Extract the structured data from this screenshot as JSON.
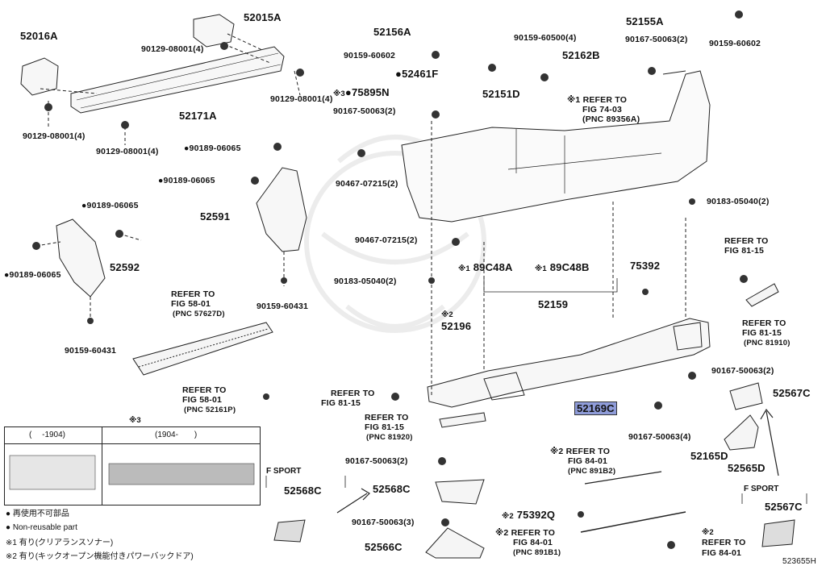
{
  "diagram_id": "523655H",
  "parts": {
    "p52016A": "52016A",
    "p52015A": "52015A",
    "p52171A": "52171A",
    "p52156A": "52156A",
    "p52155A": "52155A",
    "p52162B": "52162B",
    "p52461F": "52461F",
    "p75895N": "75895N",
    "p52151D": "52151D",
    "p52591": "52591",
    "p52592": "52592",
    "p89C48A": "89C48A",
    "p89C48B": "89C48B",
    "p75392": "75392",
    "p52159": "52159",
    "p52196": "52196",
    "p52169C": "52169C",
    "p52567C_a": "52567C",
    "p52165D": "52165D",
    "p52565D": "52565D",
    "p52568C_a": "52568C",
    "p52568C_b": "52568C",
    "p52566C": "52566C",
    "p75392Q": "75392Q",
    "p52567C_b": "52567C"
  },
  "bolts": {
    "b1": "90129-08001(4)",
    "b2": "90129-08001(4)",
    "b3": "90129-08001(4)",
    "b4": "90129-08001(4)",
    "b5": "90159-60602",
    "b6": "90159-60500(4)",
    "b7": "90167-50063(2)",
    "b8": "90159-60602",
    "b9": "90167-50063(2)",
    "b10": "90189-06065",
    "b11": "90189-06065",
    "b12": "90189-06065",
    "b13": "90189-06065",
    "b14": "90467-07215(2)",
    "b15": "90467-07215(2)",
    "b16": "90183-05040(2)",
    "b17": "90183-05040(2)",
    "b18": "90159-60431",
    "b19": "90159-60431",
    "b20": "90167-50063(2)",
    "b21": "90167-50063(4)",
    "b22": "90167-50063(2)",
    "b23": "90167-50063(3)"
  },
  "refs": {
    "r1a": "※1 REFER TO",
    "r1b": "FIG 74-03",
    "r1c": "(PNC 89356A)",
    "r2a": "REFER TO",
    "r2b": "FIG 81-15",
    "r3a": "REFER TO",
    "r3b": "FIG 81-15",
    "r3c": "(PNC 81910)",
    "r4a": "REFER TO",
    "r4b": "FIG 58-01",
    "r4c": "(PNC 57627D)",
    "r5a": "REFER TO",
    "r5b": "FIG 58-01",
    "r5c": "(PNC 52161P)",
    "r6a": "REFER TO",
    "r6b": "FIG 81-15",
    "r7a": "REFER TO",
    "r7b": "FIG 81-15",
    "r7c": "(PNC 81920)",
    "r8a": "※2 REFER TO",
    "r8b": "FIG 84-01",
    "r8c": "(PNC 891B2)",
    "r9a": "※2 REFER TO",
    "r9b": "FIG 84-01",
    "r9c": "(PNC 891B1)",
    "r10a": "※2",
    "r10b": "REFER TO",
    "r10c": "FIG 84-01"
  },
  "marks": {
    "m3": "※3",
    "m1a": "※1",
    "m1b": "※1",
    "m2a": "※2",
    "m2b": "※2",
    "m3b": "※3",
    "bullet": "●"
  },
  "table": {
    "col1": "(　 -1904)",
    "col2": "(1904-　　)"
  },
  "fsport": {
    "left": "F SPORT",
    "right": "F SPORT"
  },
  "legend": {
    "l1": "● 再使用不可部品",
    "l2": "● Non-reusable part",
    "l3": "※1 有り(クリアランスソナー)",
    "l4": "※2 有り(キックオープン機能付きパワーバックドア)"
  },
  "colors": {
    "highlight": "#8f9cd9",
    "line": "#222222",
    "watermark": "#ececec"
  }
}
